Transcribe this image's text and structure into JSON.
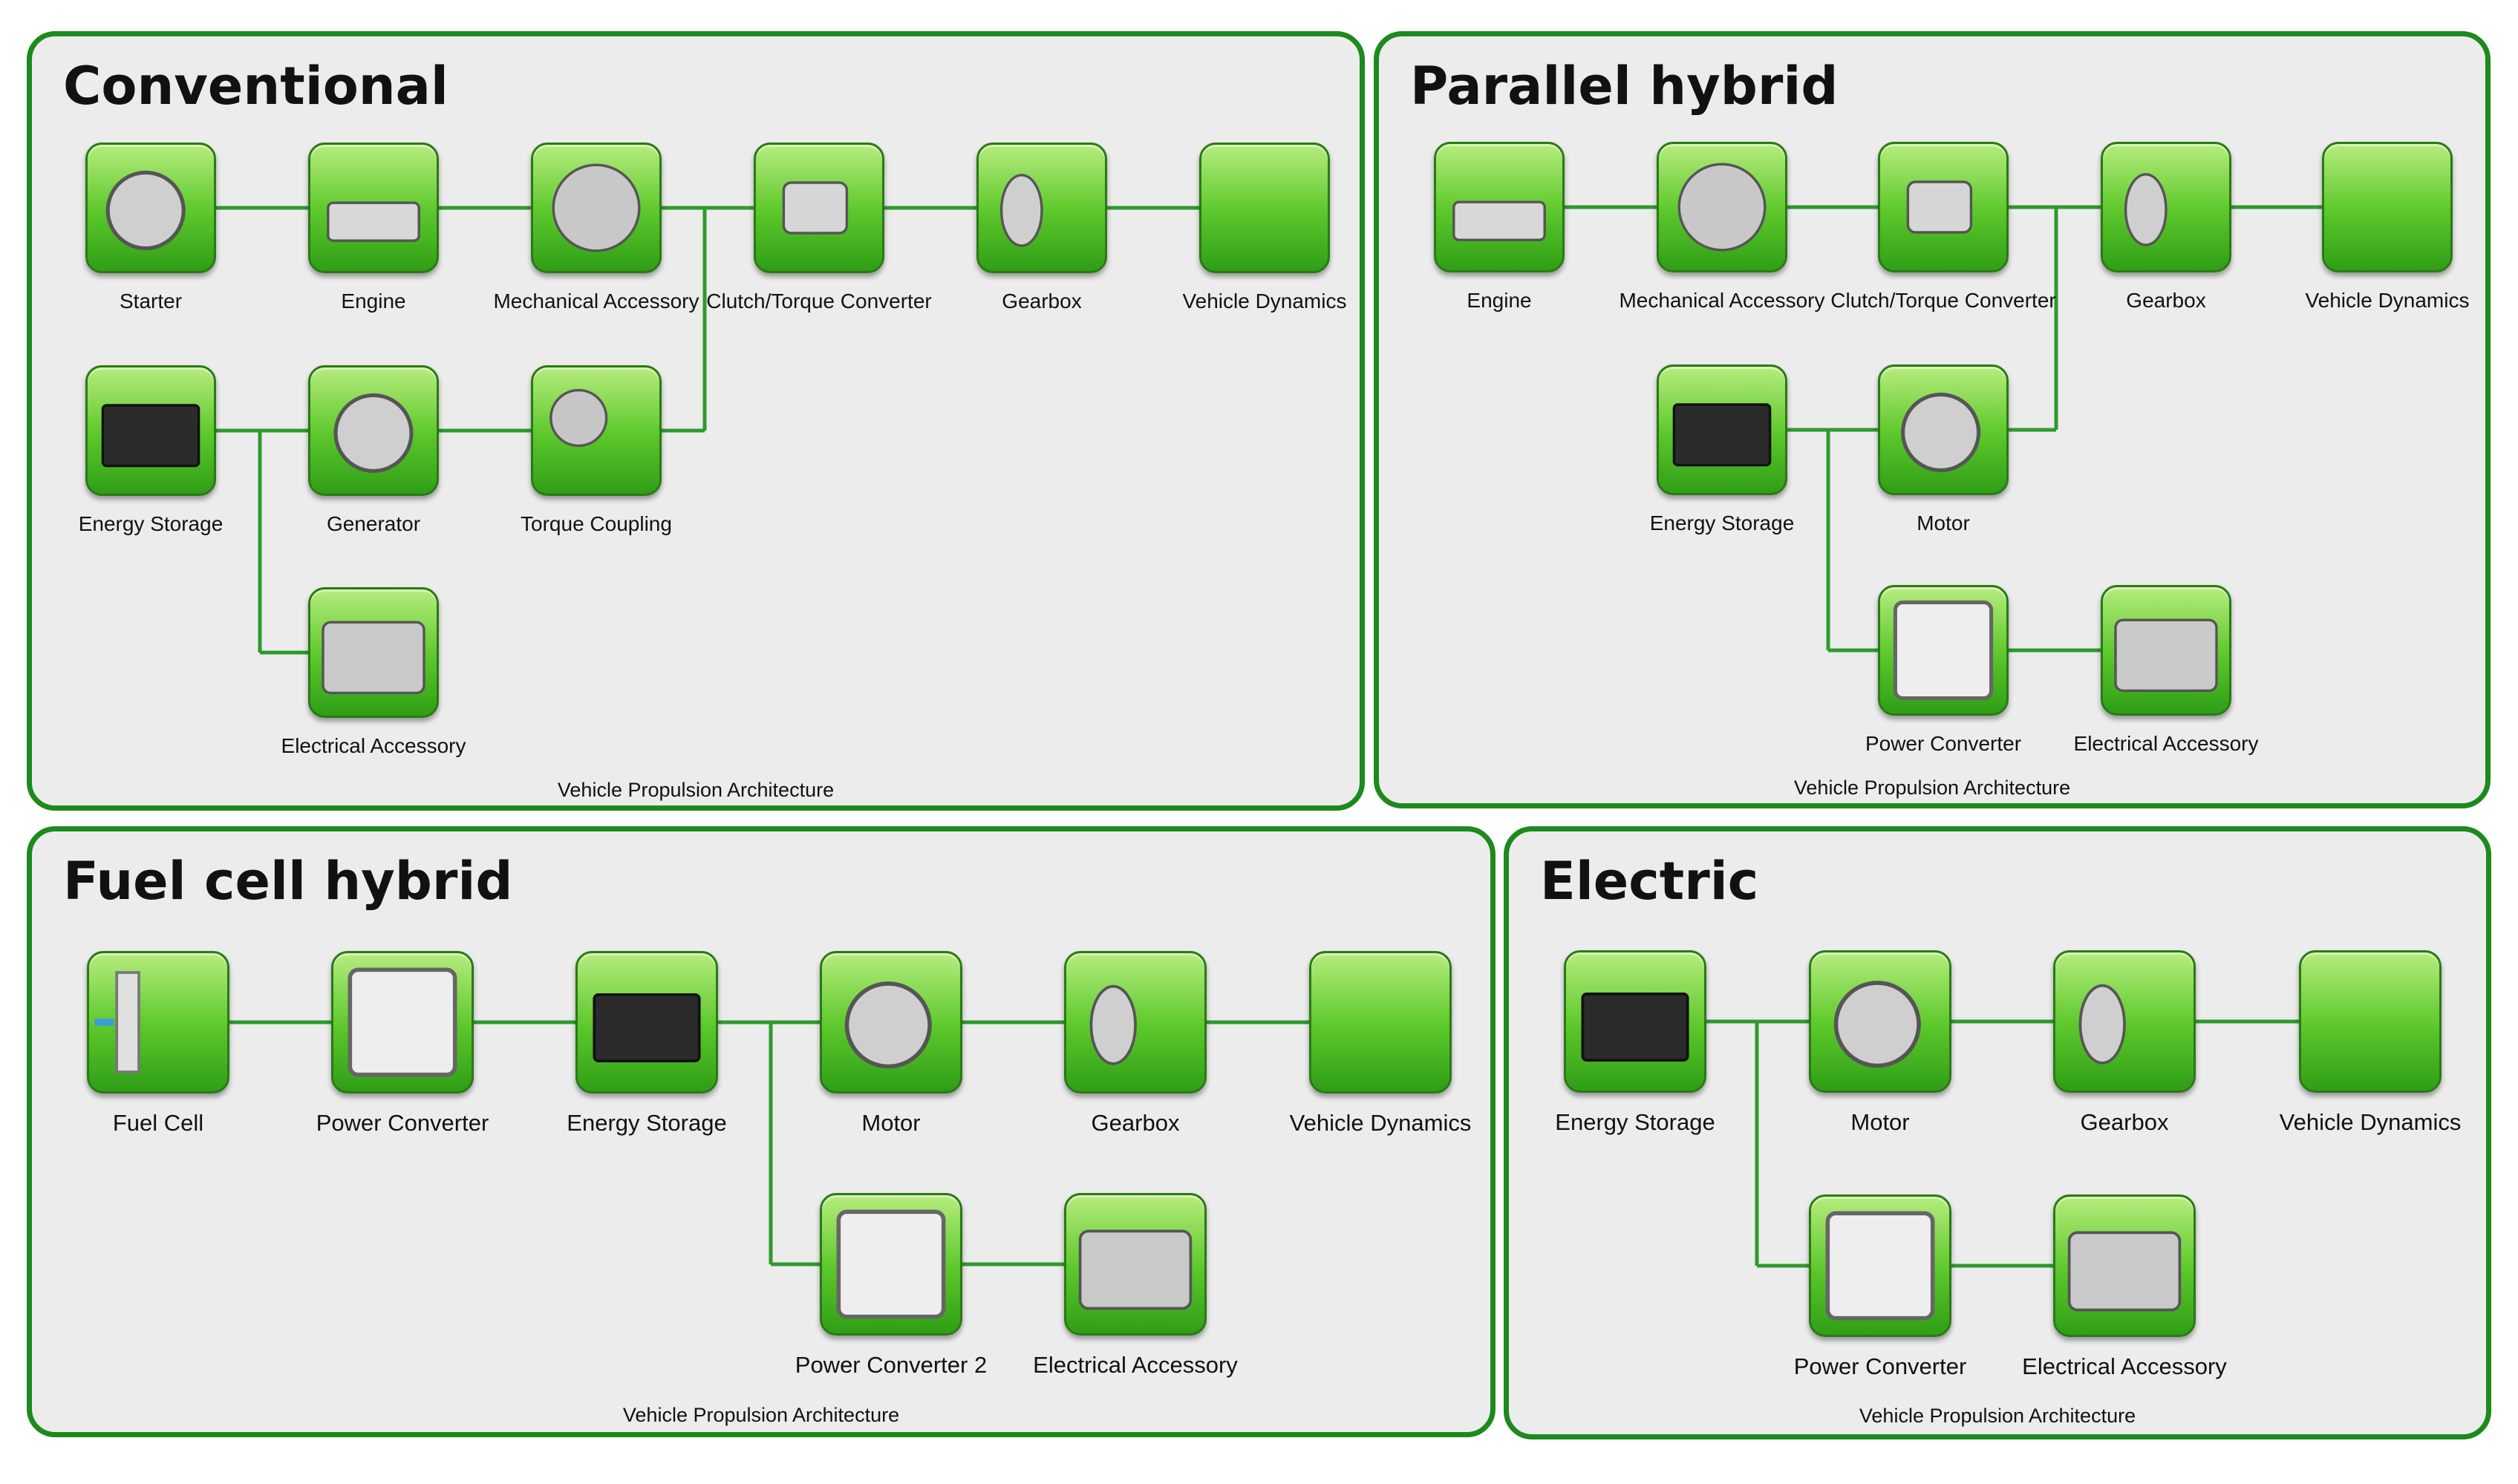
{
  "panels": {
    "conventional": {
      "title": "Conventional",
      "footer": "Vehicle Propulsion Architecture",
      "components": {
        "starter": "Starter",
        "engine": "Engine",
        "mech_acc": "Mechanical Accessory",
        "clutch": "Clutch/Torque Converter",
        "gearbox": "Gearbox",
        "vehicle": "Vehicle Dynamics",
        "energy": "Energy Storage",
        "generator": "Generator",
        "torque": "Torque Coupling",
        "elec_acc": "Electrical Accessory"
      }
    },
    "parallel": {
      "title": "Parallel hybrid",
      "footer": "Vehicle Propulsion Architecture",
      "components": {
        "engine": "Engine",
        "mech_acc": "Mechanical Accessory",
        "clutch": "Clutch/Torque Converter",
        "gearbox": "Gearbox",
        "vehicle": "Vehicle Dynamics",
        "energy": "Energy Storage",
        "motor": "Motor",
        "power_conv": "Power Converter",
        "elec_acc": "Electrical Accessory"
      }
    },
    "fuelcell": {
      "title": "Fuel cell hybrid",
      "footer": "Vehicle Propulsion Architecture",
      "components": {
        "fuel_cell": "Fuel Cell",
        "power_conv": "Power Converter",
        "energy": "Energy Storage",
        "motor": "Motor",
        "gearbox": "Gearbox",
        "vehicle": "Vehicle Dynamics",
        "power_conv2": "Power Converter 2",
        "elec_acc": "Electrical Accessory"
      }
    },
    "electric": {
      "title": "Electric",
      "footer": "Vehicle Propulsion Architecture",
      "components": {
        "energy": "Energy Storage",
        "motor": "Motor",
        "gearbox": "Gearbox",
        "vehicle": "Vehicle Dynamics",
        "power_conv": "Power Converter",
        "elec_acc": "Electrical Accessory"
      }
    }
  },
  "colors": {
    "panel_border": "#1c8a1c",
    "panel_background": "#ececec",
    "wire": "#2e9a2e",
    "tile_green": "#5ec92c"
  }
}
